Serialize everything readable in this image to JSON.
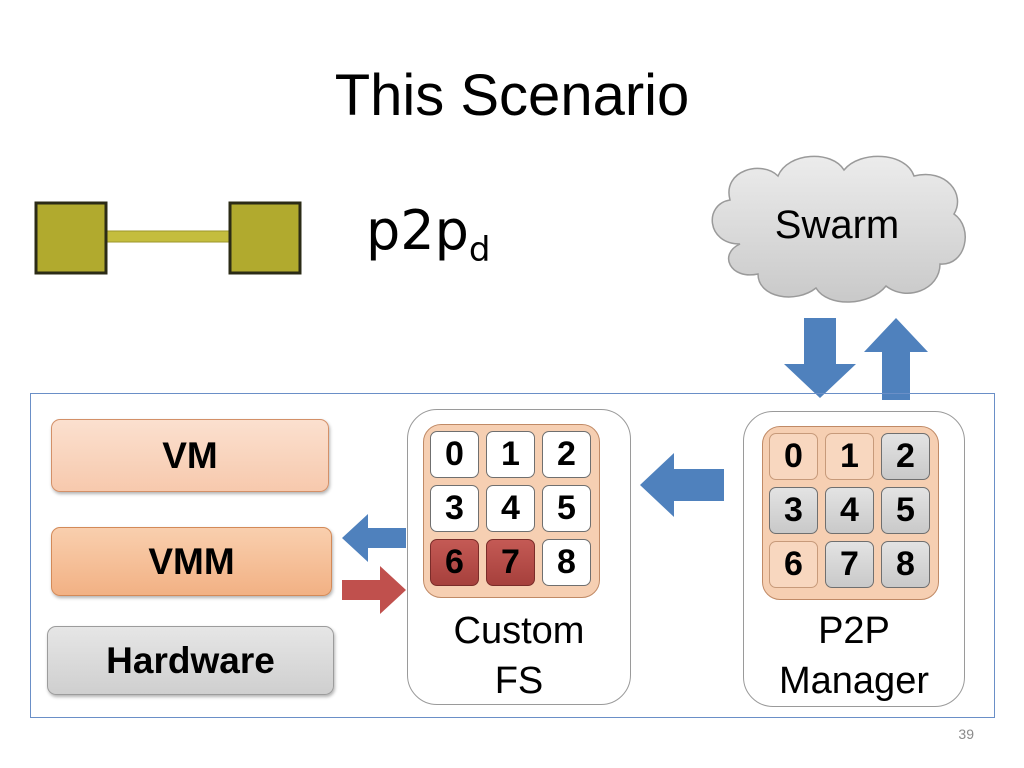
{
  "slide": {
    "title": "This Scenario",
    "page_number": "39"
  },
  "legend": {
    "label_main": "p2p",
    "label_sub": "d",
    "icon": "connected-squares-icon",
    "color_square": "#b1aa2e",
    "color_link": "#c4bd3e"
  },
  "cloud": {
    "label": "Swarm",
    "color": "#d9d9d9"
  },
  "stack": {
    "vm_label": "VM",
    "vmm_label": "VMM",
    "hardware_label": "Hardware"
  },
  "custom_fs": {
    "caption_line1": "Custom",
    "caption_line2": "FS",
    "cells": [
      {
        "label": "0",
        "state": "white"
      },
      {
        "label": "1",
        "state": "white"
      },
      {
        "label": "2",
        "state": "white"
      },
      {
        "label": "3",
        "state": "white"
      },
      {
        "label": "4",
        "state": "white"
      },
      {
        "label": "5",
        "state": "white"
      },
      {
        "label": "6",
        "state": "red"
      },
      {
        "label": "7",
        "state": "red"
      },
      {
        "label": "8",
        "state": "white"
      }
    ]
  },
  "p2p_manager": {
    "caption_line1": "P2P",
    "caption_line2": "Manager",
    "cells": [
      {
        "label": "0",
        "state": "peach"
      },
      {
        "label": "1",
        "state": "peach"
      },
      {
        "label": "2",
        "state": "gray"
      },
      {
        "label": "3",
        "state": "gray"
      },
      {
        "label": "4",
        "state": "gray"
      },
      {
        "label": "5",
        "state": "gray"
      },
      {
        "label": "6",
        "state": "peach"
      },
      {
        "label": "7",
        "state": "gray"
      },
      {
        "label": "8",
        "state": "gray"
      }
    ]
  },
  "colors": {
    "arrow_blue": "#4f81bd",
    "arrow_red": "#c0504d",
    "frame_border": "#6a8fc7"
  }
}
